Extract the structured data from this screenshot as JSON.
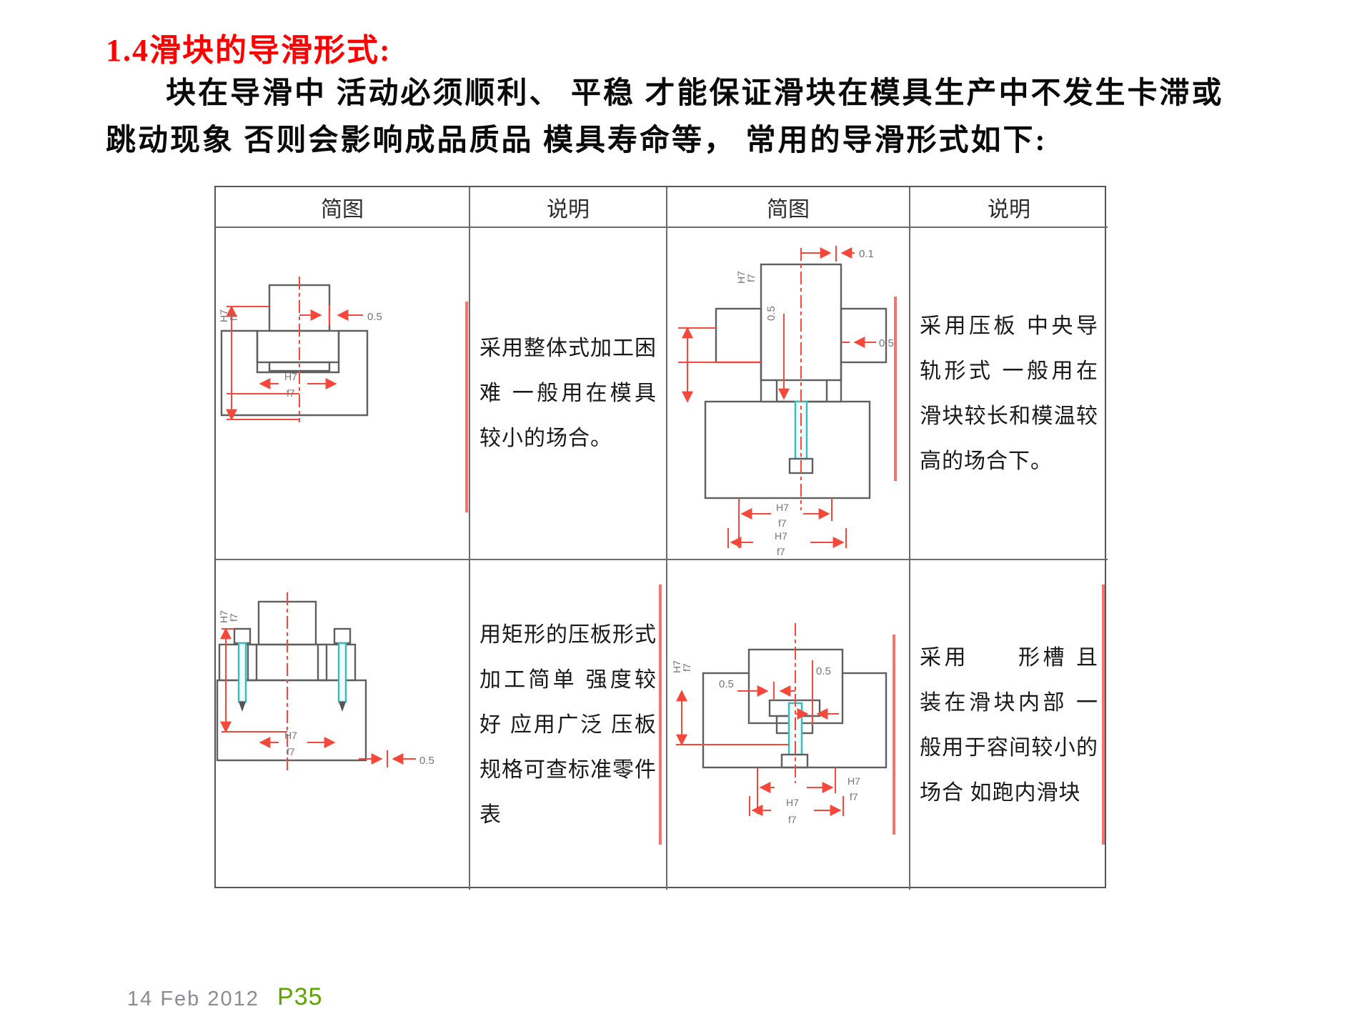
{
  "title": "1.4滑块的导滑形式:",
  "paragraph": {
    "line1": "块在导滑中 活动必须顺利、 平稳 才能保证滑块在模具生产中不发生卡滞或",
    "line2": "跳动现象 否则会影响成品质品 模具寿命等， 常用的导滑形式如下:"
  },
  "table": {
    "headers": [
      "简图",
      "说明",
      "简图",
      "说明"
    ],
    "rows": [
      {
        "desc1": "采用整体式加工困难 一般用在模具较小的场合。",
        "desc2": "采用压板 中央导轨形式 一般用在滑块较长和模温较高的场合下。"
      },
      {
        "desc1": "用矩形的压板形式 加工简单 强度较好 应用广泛 压板规格可查标准零件表",
        "desc2": "采用　　形槽 且装在滑块内部 一般用于容间较小的场合 如跑内滑块"
      }
    ]
  },
  "diagram_labels": {
    "fit_top": "H7",
    "fit_bottom": "f7",
    "dim_05": "0.5",
    "dim_01": "0.1"
  },
  "footer": {
    "date": "14 Feb 2012",
    "page": "P35"
  },
  "colors": {
    "title_red": "#ff0000",
    "marker_red": "#f8736b",
    "dimension_red": "#f5483a",
    "bolt_teal": "#3bbcbc",
    "page_number_green": "#5da400",
    "date_gray": "#8b8b93"
  }
}
